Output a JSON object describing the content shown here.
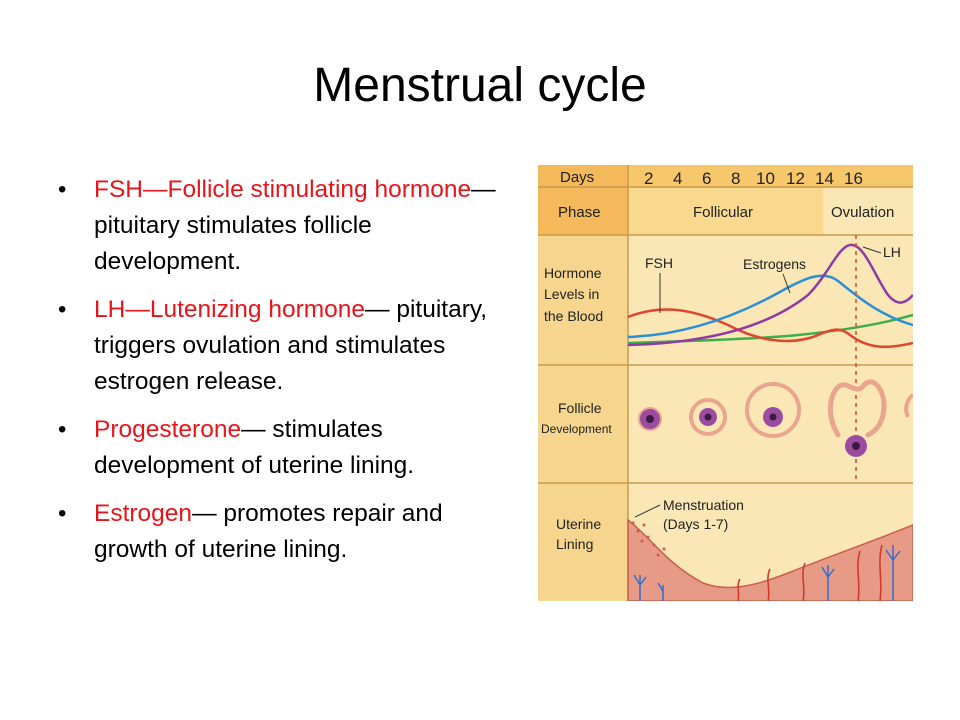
{
  "slide": {
    "title": "Menstrual cycle"
  },
  "bullets": [
    {
      "term": "FSH—Follicle stimulating hormone",
      "rest": "—pituitary stimulates follicle development."
    },
    {
      "term": "LH—Lutenizing hormone",
      "rest": "— pituitary, triggers ovulation and stimulates estrogen release."
    },
    {
      "term": "Progesterone",
      "rest": "— stimulates development of uterine lining."
    },
    {
      "term": "Estrogen",
      "rest": "— promotes repair and growth of uterine lining."
    }
  ],
  "figure": {
    "days_label": "Days",
    "days": [
      "2",
      "4",
      "6",
      "8",
      "10",
      "12",
      "14",
      "16"
    ],
    "phase_label": "Phase",
    "phase_follicular": "Follicular",
    "phase_ovulation": "Ovulation",
    "hormone_label": [
      "Hormone",
      "Levels in",
      "the Blood"
    ],
    "fsh": "FSH",
    "estrogens": "Estrogens",
    "lh": "LH",
    "follicle_label": "Follicle",
    "development_label": "Development",
    "uterine_label": [
      "Uterine",
      "Lining"
    ],
    "menstruation": "Menstruation",
    "menstruation_days": "(Days 1-7)",
    "colors": {
      "panel_bg": "#fbe7b6",
      "header_bg": "#f7c76b",
      "fsh_curve": "#e0462d",
      "estrogen_curve": "#2b8fd6",
      "lh_curve": "#8e3ba3",
      "progesterone_curve": "#3cae4a",
      "lining": "#e79a86"
    }
  }
}
